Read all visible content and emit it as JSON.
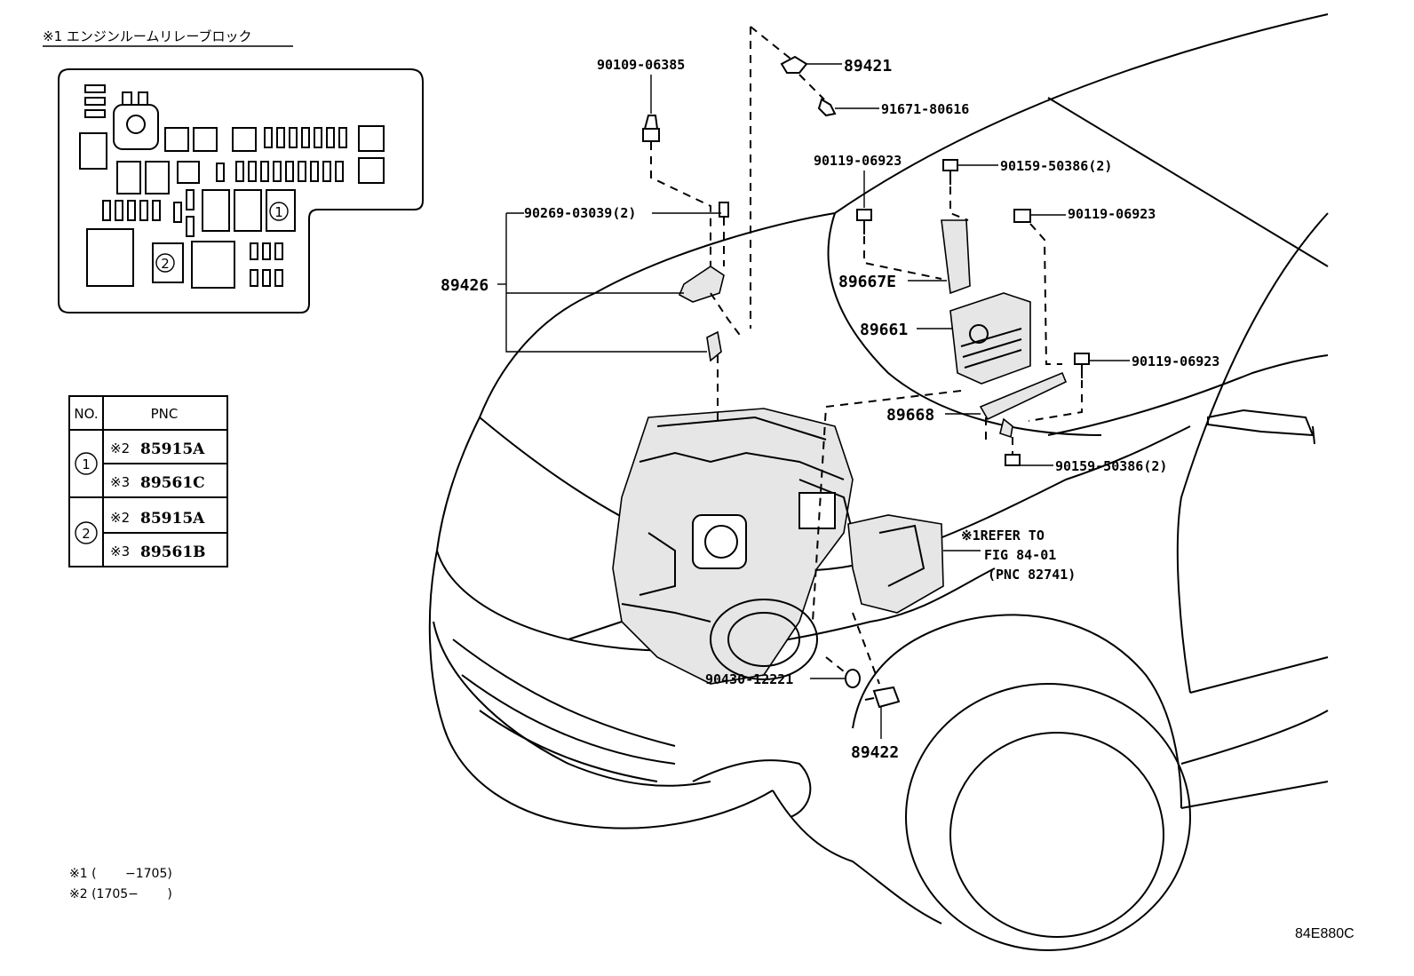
{
  "relay_block": {
    "title": "※1 エンジンルームリレーブロック",
    "marker_1": "1",
    "marker_2": "2"
  },
  "table": {
    "headers": [
      "NO.",
      "PNC"
    ],
    "rows": [
      {
        "no": "1",
        "items": [
          {
            "note": "※2",
            "pnc": "85915A"
          },
          {
            "note": "※3",
            "pnc": "89561C"
          }
        ]
      },
      {
        "no": "2",
        "items": [
          {
            "note": "※2",
            "pnc": "85915A"
          },
          {
            "note": "※3",
            "pnc": "89561B"
          }
        ]
      }
    ]
  },
  "notes": [
    "※1 (　　 −1705)",
    "※2 (1705−　　 )"
  ],
  "labels": {
    "p90109_06385": "90109-06385",
    "p89421": "89421",
    "p91671_80616": "91671-80616",
    "p90119_06923_a": "90119-06923",
    "p90159_50386_a": "90159-50386(2)",
    "p90269_03039": "90269-03039(2)",
    "p90119_06923_b": "90119-06923",
    "p89426": "89426",
    "p89667E": "89667E",
    "p89661": "89661",
    "p90119_06923_c": "90119-06923",
    "p89668": "89668",
    "p90159_50386_b": "90159-50386(2)",
    "refer_1": "※1REFER TO",
    "refer_2": "FIG 84-01",
    "refer_3": "(PNC 82741)",
    "p90430_12221": "90430-12221",
    "p89422": "89422"
  },
  "figure_code": "84E880C"
}
